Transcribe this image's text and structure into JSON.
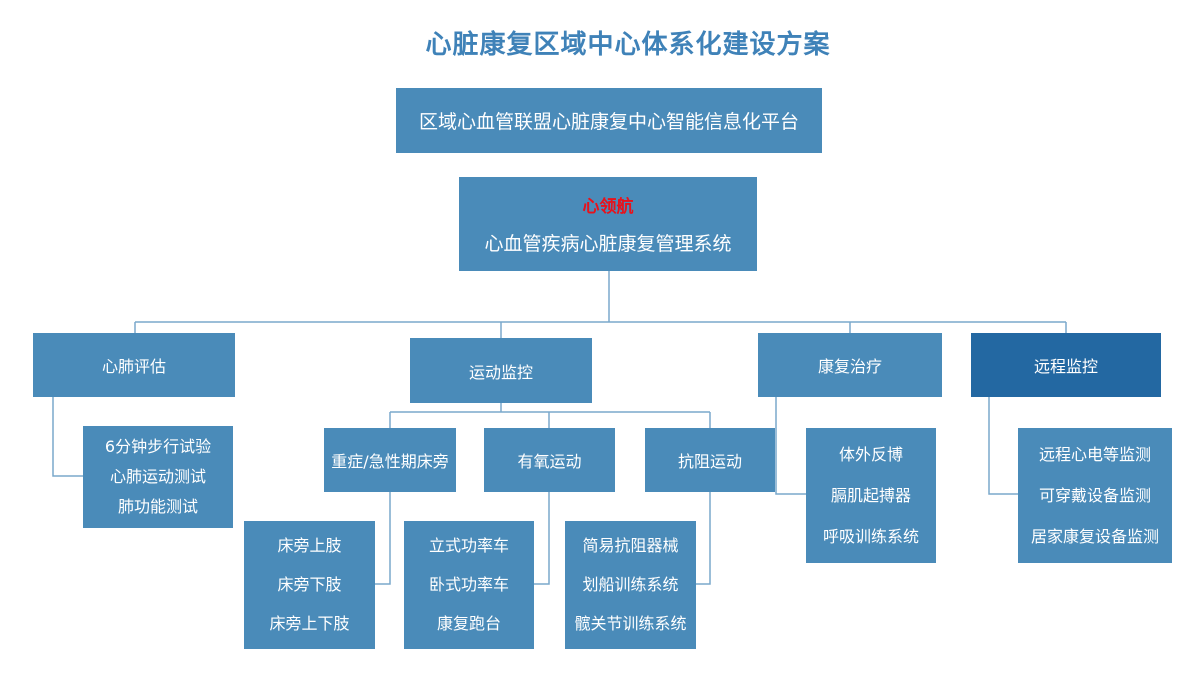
{
  "title": "心脏康复区域中心体系化建设方案",
  "platform": "区域心血管联盟心脏康复中心智能信息化平台",
  "system": {
    "brand": "心领航",
    "name": "心血管疾病心脏康复管理系统"
  },
  "cardio_eval": {
    "label": "心肺评估",
    "items": [
      "6分钟步行试验",
      "心肺运动测试",
      "肺功能测试"
    ]
  },
  "exercise": {
    "label": "运动监控",
    "critical": {
      "label": "重症/急性期床旁",
      "items": [
        "床旁上肢",
        "床旁下肢",
        "床旁上下肢"
      ]
    },
    "aerobic": {
      "label": "有氧运动",
      "items": [
        "立式功率车",
        "卧式功率车",
        "康复跑台"
      ]
    },
    "resistance": {
      "label": "抗阻运动",
      "items": [
        "简易抗阻器械",
        "划船训练系统",
        "髋关节训练系统"
      ]
    }
  },
  "rehab": {
    "label": "康复治疗",
    "items": [
      "体外反博",
      "膈肌起搏器",
      "呼吸训练系统"
    ]
  },
  "remote": {
    "label": "远程监控",
    "items": [
      "远程心电等监测",
      "可穿戴设备监测",
      "居家康复设备监测"
    ]
  },
  "colors": {
    "box": "#4a8bb9",
    "box_dark": "#2368a2",
    "title": "#3f82b8",
    "brand": "#e8121b",
    "connector": "#7aa8cc"
  }
}
